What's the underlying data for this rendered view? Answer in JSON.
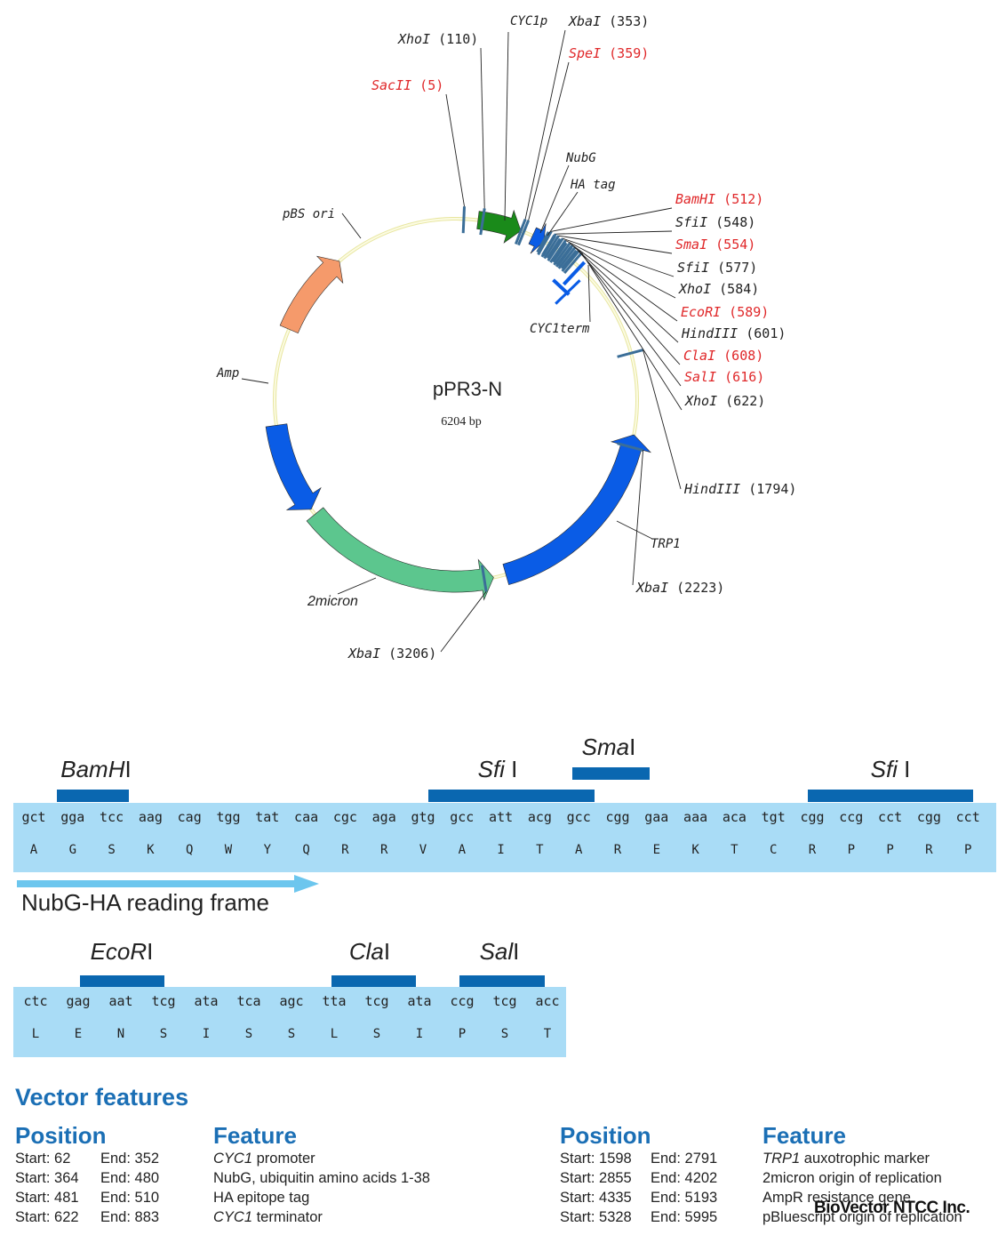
{
  "plasmid": {
    "name": "pPR3-N",
    "size": "6204 bp",
    "features": {
      "pbs_ori": "pBS ori",
      "amp": "Amp",
      "two_micron": "2micron",
      "trp1": "TRP1",
      "cyc1p": "CYC1p",
      "nubg": "NubG",
      "ha_tag": "HA tag",
      "cyc1term": "CYC1term"
    },
    "sites": [
      {
        "name": "SacII",
        "pos": "(5)",
        "unique": true
      },
      {
        "name": "XhoI",
        "pos": "(110)",
        "unique": false
      },
      {
        "name": "XbaI",
        "pos": "(353)",
        "unique": false
      },
      {
        "name": "SpeI",
        "pos": "(359)",
        "unique": true
      },
      {
        "name": "BamHI",
        "pos": "(512)",
        "unique": true
      },
      {
        "name": "SfiI",
        "pos": "(548)",
        "unique": false
      },
      {
        "name": "SmaI",
        "pos": "(554)",
        "unique": true
      },
      {
        "name": "SfiI",
        "pos": "(577)",
        "unique": false
      },
      {
        "name": "XhoI",
        "pos": "(584)",
        "unique": false
      },
      {
        "name": "EcoRI",
        "pos": "(589)",
        "unique": true
      },
      {
        "name": "HindIII",
        "pos": "(601)",
        "unique": false
      },
      {
        "name": "ClaI",
        "pos": "(608)",
        "unique": true
      },
      {
        "name": "SalI",
        "pos": "(616)",
        "unique": true
      },
      {
        "name": "XhoI",
        "pos": "(622)",
        "unique": false
      },
      {
        "name": "HindIII",
        "pos": "(1794)",
        "unique": false
      },
      {
        "name": "XbaI",
        "pos": "(2223)",
        "unique": false
      },
      {
        "name": "XbaI",
        "pos": "(3206)",
        "unique": false
      }
    ],
    "colors": {
      "backbone": "#f2f2a8",
      "green_cds": "#1a8a1a",
      "blue_cds": "#0a5ce6",
      "ori_orange": "#f59a6b",
      "twomicron_green": "#5cc68e",
      "site_tick": "#3b6e98",
      "unique_site_text": "#e0282a"
    }
  },
  "sequence": {
    "row1": {
      "codons": [
        "gct",
        "gga",
        "tcc",
        "aag",
        "cag",
        "tgg",
        "tat",
        "caa",
        "cgc",
        "aga",
        "gtg",
        "gcc",
        "att",
        "acg",
        "gcc",
        "cgg",
        "gaa",
        "aaa",
        "aca",
        "tgt",
        "cgg",
        "ccg",
        "cct",
        "cgg",
        "cct"
      ],
      "aas": [
        "A",
        "G",
        "S",
        "K",
        "Q",
        "W",
        "Y",
        "Q",
        "R",
        "R",
        "V",
        "A",
        "I",
        "T",
        "A",
        "R",
        "E",
        "K",
        "T",
        "C",
        "R",
        "P",
        "P",
        "R",
        "P"
      ],
      "sites": [
        {
          "italic": "BamH",
          "roman": "I"
        },
        {
          "italic": "Sfi",
          "roman": " I"
        },
        {
          "italic": "Sma",
          "roman": "I"
        },
        {
          "italic": "Sfi",
          "roman": " I"
        }
      ]
    },
    "row2": {
      "codons": [
        "ctc",
        "gag",
        "aat",
        "tcg",
        "ata",
        "tca",
        "agc",
        "tta",
        "tcg",
        "ata",
        "ccg",
        "tcg",
        "acc"
      ],
      "aas": [
        "L",
        "E",
        "N",
        "S",
        "I",
        "S",
        "S",
        "L",
        "S",
        "I",
        "P",
        "S",
        "T"
      ],
      "sites": [
        {
          "italic": "EcoR",
          "roman": "I"
        },
        {
          "italic": "Cla",
          "roman": "I"
        },
        {
          "italic": "Sal",
          "roman": "I"
        }
      ]
    },
    "reading_frame_label": "NubG-HA reading frame"
  },
  "vector_features": {
    "heading": "Vector features",
    "position_header": "Position",
    "feature_header": "Feature",
    "left": [
      {
        "start": "Start: 62",
        "end": "End: 352",
        "feature_italic": "CYC1",
        "feature_rest": " promoter"
      },
      {
        "start": "Start: 364",
        "end": "End: 480",
        "feature_italic": "",
        "feature_rest": "NubG, ubiquitin amino acids 1-38"
      },
      {
        "start": "Start: 481",
        "end": "End: 510",
        "feature_italic": "",
        "feature_rest": "HA epitope tag"
      },
      {
        "start": "Start: 622",
        "end": "End: 883",
        "feature_italic": "CYC1",
        "feature_rest": " terminator"
      }
    ],
    "right": [
      {
        "start": "Start: 1598",
        "end": "End: 2791",
        "feature_italic": "TRP1",
        "feature_rest": " auxotrophic marker"
      },
      {
        "start": "Start: 2855",
        "end": "End: 4202",
        "feature_italic": "",
        "feature_rest": "2micron origin of replication"
      },
      {
        "start": "Start: 4335",
        "end": "End: 5193",
        "feature_italic": "",
        "feature_rest": "AmpR resistance gene"
      },
      {
        "start": "Start: 5328",
        "end": "End: 5995",
        "feature_italic": "",
        "feature_rest": "pBluescript origin of replication"
      }
    ]
  },
  "watermark": "BioVector NTCC Inc."
}
